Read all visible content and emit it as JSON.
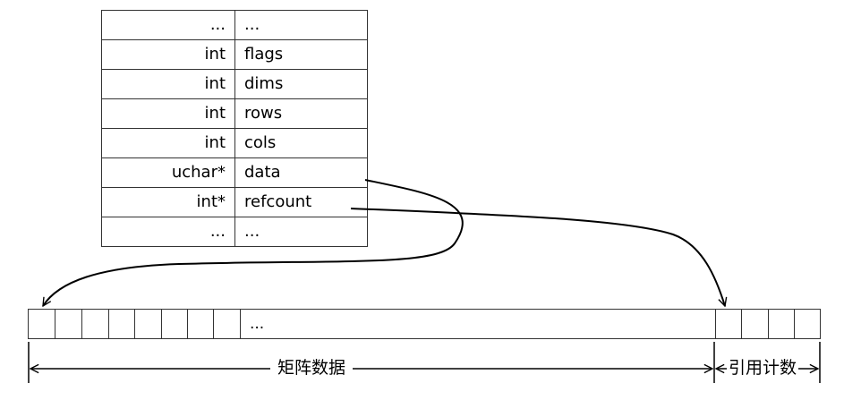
{
  "struct_rows": [
    {
      "type": "...",
      "field": "..."
    },
    {
      "type": "int",
      "field": "flags"
    },
    {
      "type": "int",
      "field": "dims"
    },
    {
      "type": "int",
      "field": "rows"
    },
    {
      "type": "int",
      "field": "cols"
    },
    {
      "type": "uchar*",
      "field": "data"
    },
    {
      "type": "int*",
      "field": "refcount"
    },
    {
      "type": "...",
      "field": "..."
    }
  ],
  "memory": {
    "ellipsis": "...",
    "matrix_data_label": "矩阵数据",
    "refcount_label": "引用计数"
  }
}
